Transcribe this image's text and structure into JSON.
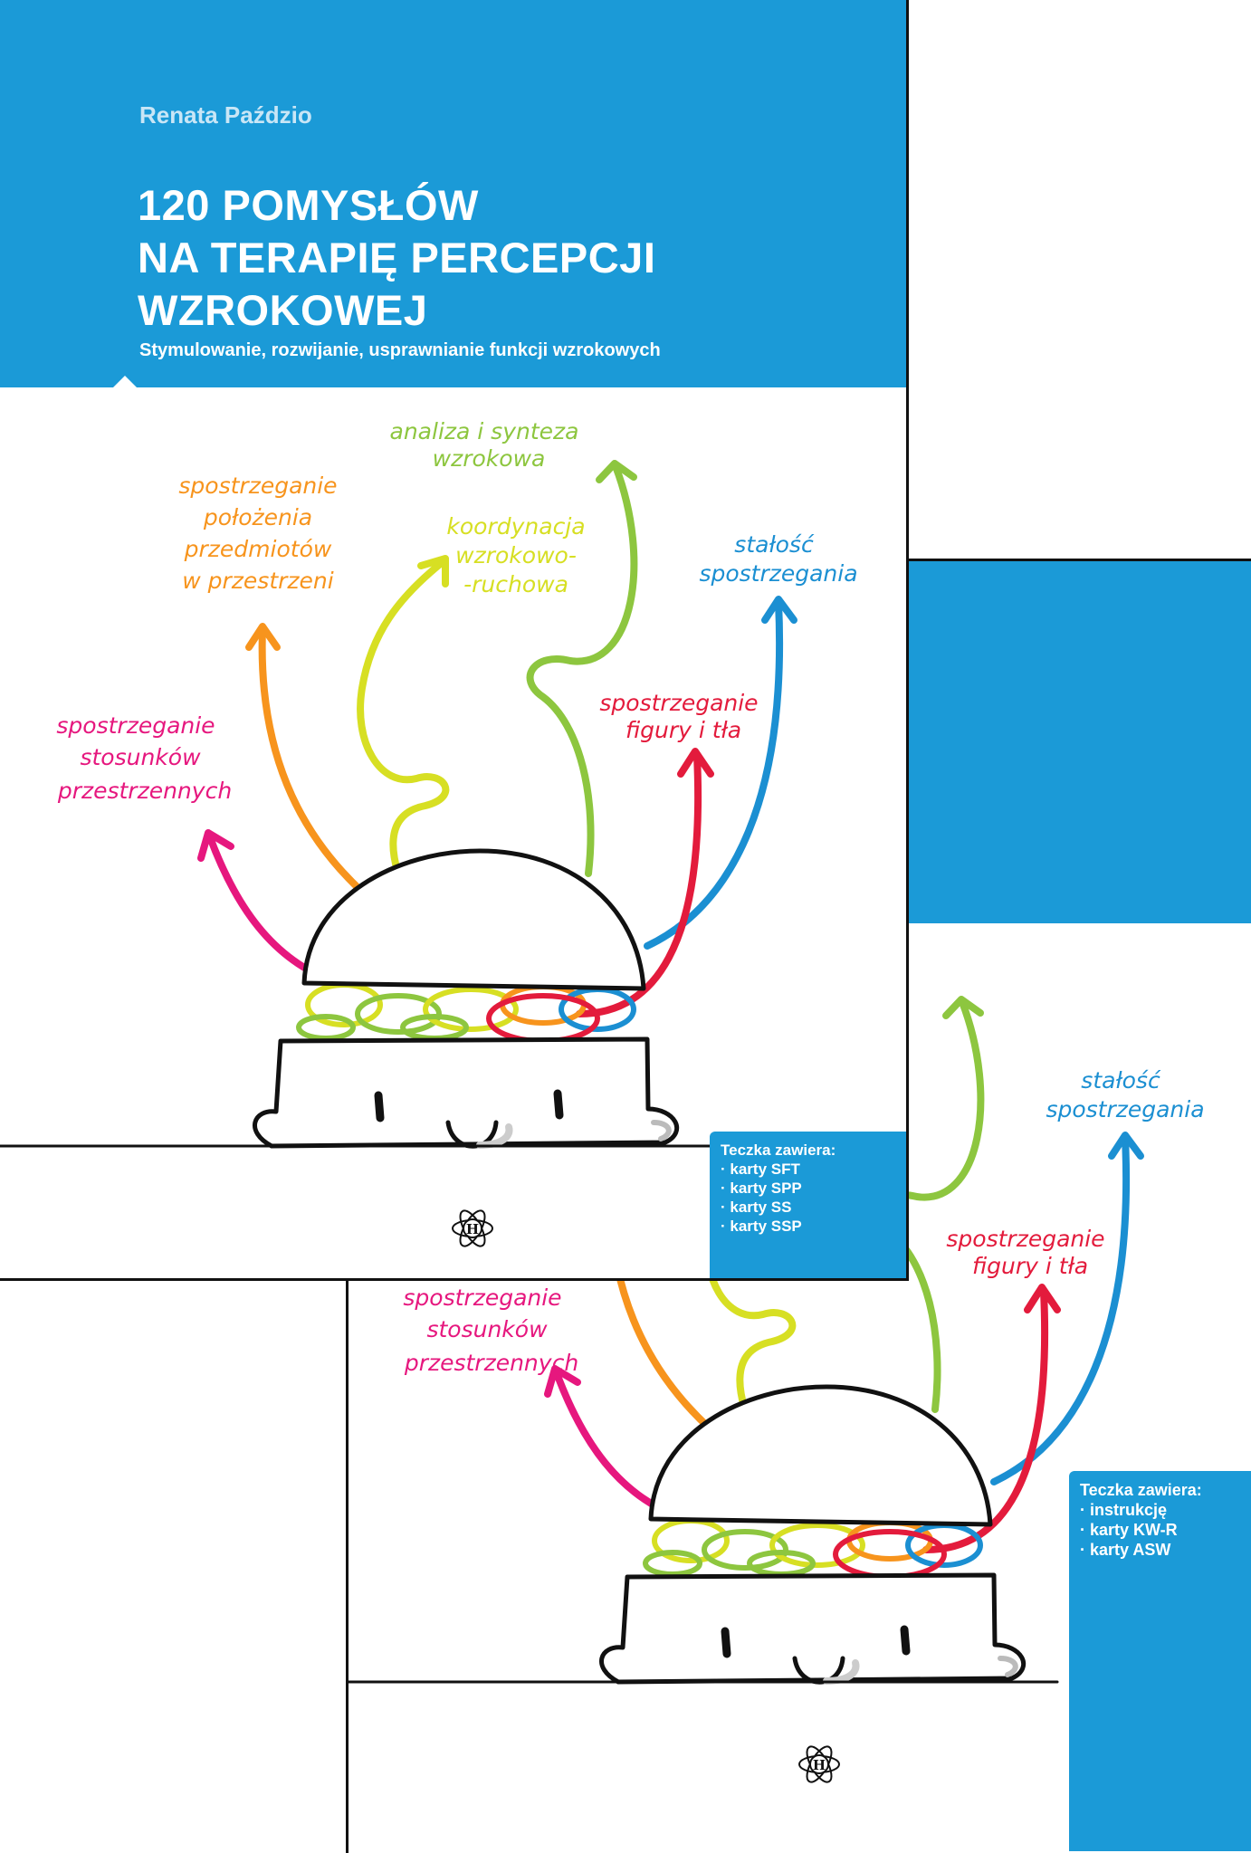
{
  "book": {
    "author": "Renata Paździo",
    "title_lines": [
      "120 POMYSŁÓW",
      "NA TERAPIĘ PERCEPCJI",
      "WZROKOWEJ"
    ],
    "subtitle": "Stymulowanie, rozwijanie, usprawnianie funkcji wzrokowych",
    "logo_letter": "H"
  },
  "labels": {
    "analiza": [
      "analiza i synteza",
      "wzrokowa"
    ],
    "polozenie": [
      "spostrzeganie",
      "położenia",
      "przedmiotów",
      "w przestrzeni"
    ],
    "koordynacja": [
      "koordynacja",
      "wzrokowo-",
      "-ruchowa"
    ],
    "stalosc": [
      "stałość",
      "spostrzegania"
    ],
    "figura": [
      "spostrzeganie",
      "figury i tła"
    ],
    "stosunki": [
      "spostrzeganie",
      "stosunków",
      "przestrzennych"
    ]
  },
  "front_box": {
    "heading": "Teczka zawiera:",
    "items": [
      "karty SFT",
      "karty SPP",
      "karty SS",
      "karty SSP"
    ]
  },
  "back_box": {
    "heading": "Teczka zawiera:",
    "items": [
      "instrukcję",
      "karty KW-R",
      "karty ASW"
    ]
  },
  "colors": {
    "brand_blue": "#1b9ad7",
    "orange": "#f7941d",
    "yellow": "#d7df23",
    "green": "#8dc63f",
    "blue": "#1b8fd2",
    "red": "#e31b3c",
    "magenta": "#e6177e"
  }
}
